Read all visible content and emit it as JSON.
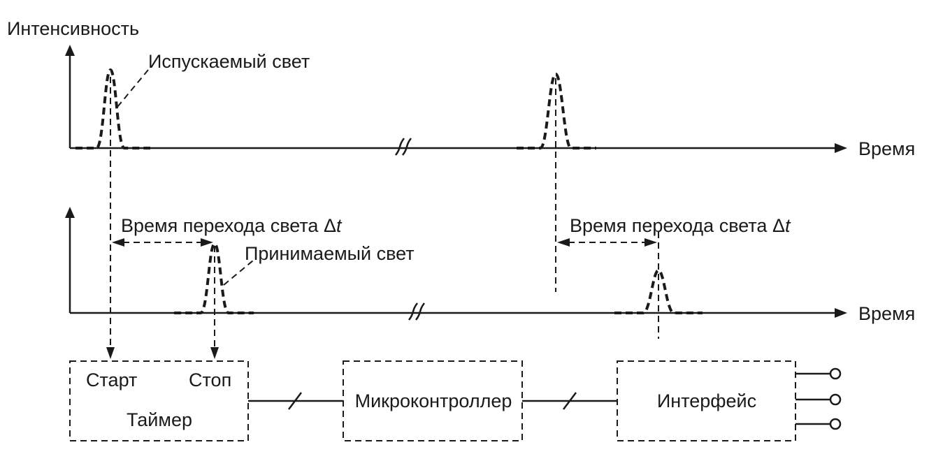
{
  "y_axis_label": "Интенсивность",
  "time_label": "Время",
  "emitted_light_label": "Испускаемый свет",
  "received_light_label": "Принимаемый свет",
  "transit_time_label_prefix": "Время перехода света ",
  "transit_time_label_delta": "Δ",
  "transit_time_label_t": "t",
  "blocks": {
    "timer": {
      "title": "Таймер",
      "start": "Старт",
      "stop": "Стоп"
    },
    "microcontroller": {
      "title": "Микроконтроллер"
    },
    "interface": {
      "title": "Интерфейс"
    }
  }
}
